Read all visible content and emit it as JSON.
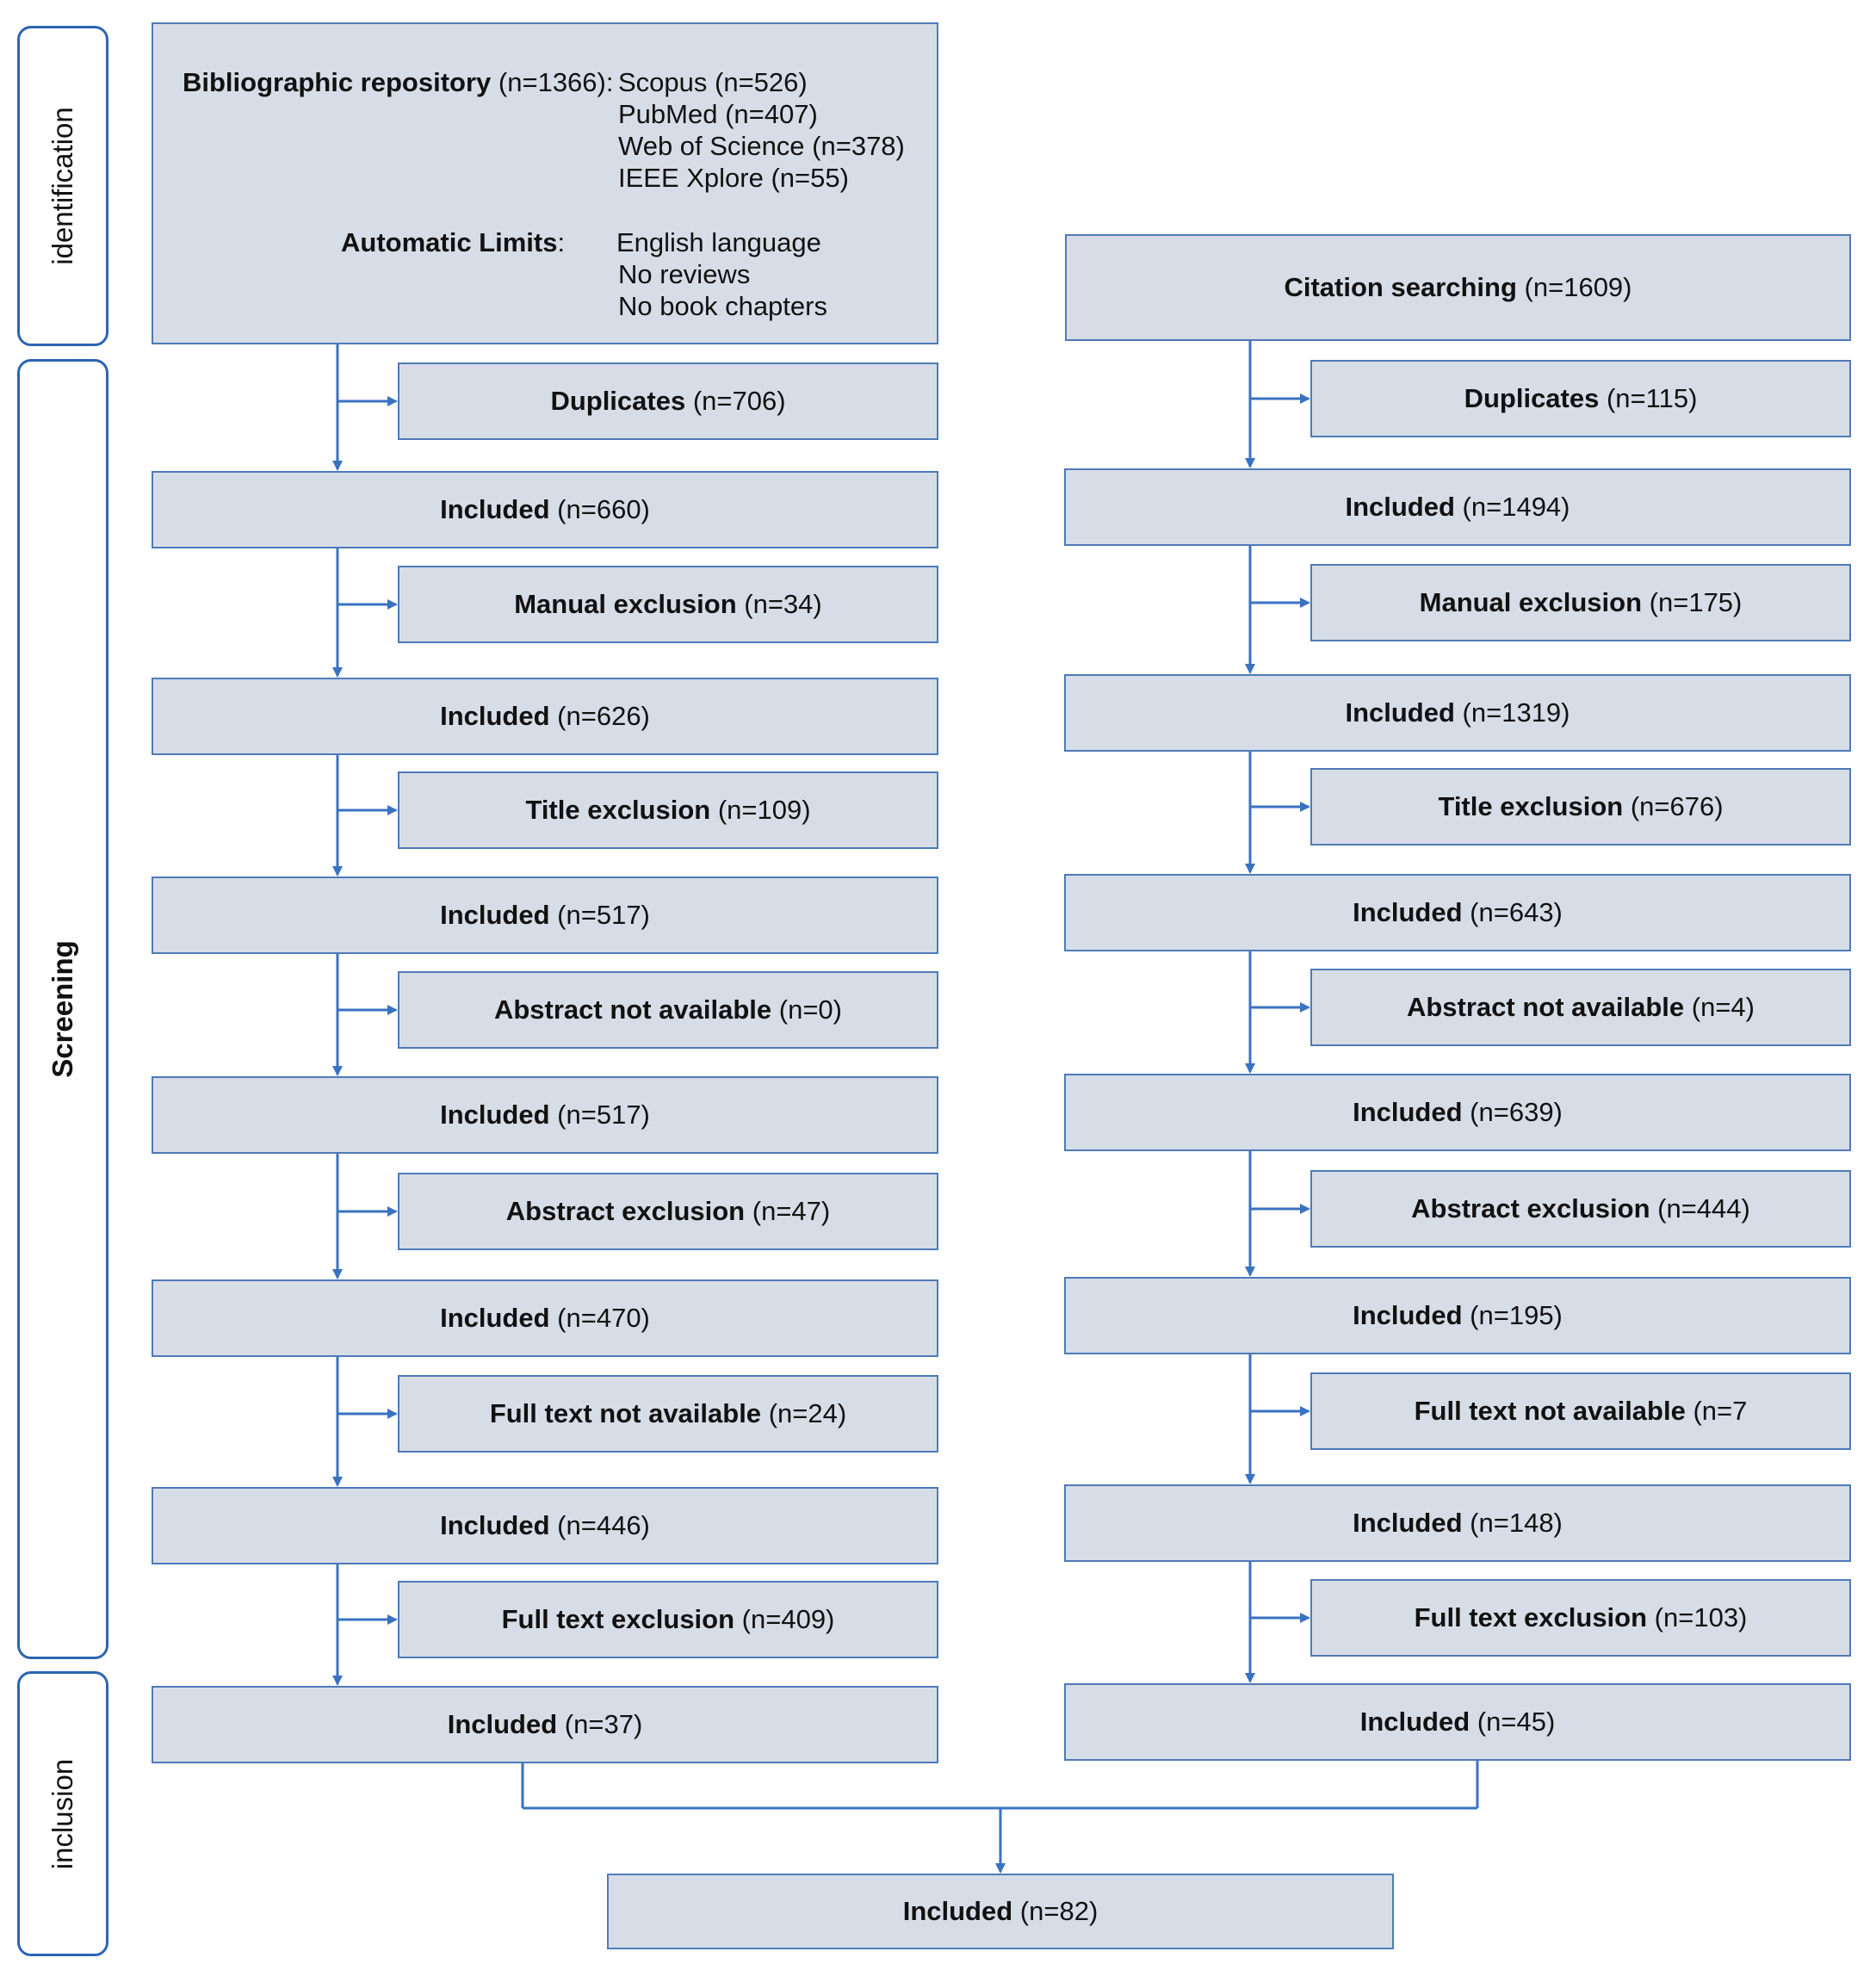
{
  "phases": {
    "identification": "identification",
    "screening": "Screening",
    "inclusion": "inclusion"
  },
  "left": {
    "source": {
      "repository_label": "Bibliographic repository",
      "repository_count": "(n=1366):",
      "databases": [
        "Scopus (n=526)",
        "PubMed (n=407)",
        "Web of Science (n=378)",
        "IEEE Xplore (n=55)"
      ],
      "limits_label": "Automatic  Limits",
      "limits_colon": ":",
      "limits": [
        "English language",
        "No reviews",
        "No book chapters"
      ]
    },
    "exclusions": [
      {
        "label": "Duplicates",
        "count": "(n=706)"
      },
      {
        "label": "Manual exclusion",
        "count": "(n=34)"
      },
      {
        "label": "Title exclusion",
        "count": "(n=109)"
      },
      {
        "label": "Abstract not available",
        "count": "(n=0)"
      },
      {
        "label": "Abstract exclusion",
        "count": "(n=47)"
      },
      {
        "label": "Full text not available",
        "count": "(n=24)"
      },
      {
        "label": "Full text exclusion",
        "count": "(n=409)"
      }
    ],
    "included": [
      {
        "label": "Included",
        "count": "(n=660)"
      },
      {
        "label": "Included",
        "count": "(n=626)"
      },
      {
        "label": "Included",
        "count": "(n=517)"
      },
      {
        "label": "Included",
        "count": "(n=517)"
      },
      {
        "label": "Included",
        "count": "(n=470)"
      },
      {
        "label": "Included",
        "count": "(n=446)"
      },
      {
        "label": "Included",
        "count": "(n=37)"
      }
    ]
  },
  "right": {
    "source": {
      "label": "Citation searching",
      "count": "(n=1609)"
    },
    "exclusions": [
      {
        "label": "Duplicates",
        "count": "(n=115)"
      },
      {
        "label": "Manual exclusion",
        "count": "(n=175)"
      },
      {
        "label": "Title exclusion",
        "count": "(n=676)"
      },
      {
        "label": "Abstract not available",
        "count": "(n=4)"
      },
      {
        "label": "Abstract exclusion",
        "count": "(n=444)"
      },
      {
        "label": "Full text not available",
        "count": "(n=7"
      },
      {
        "label": "Full text exclusion",
        "count": "(n=103)"
      }
    ],
    "included": [
      {
        "label": "Included",
        "count": "(n=1494)"
      },
      {
        "label": "Included",
        "count": "(n=1319)"
      },
      {
        "label": "Included",
        "count": "(n=643)"
      },
      {
        "label": "Included",
        "count": "(n=639)"
      },
      {
        "label": "Included",
        "count": "(n=195)"
      },
      {
        "label": "Included",
        "count": "(n=148)"
      },
      {
        "label": "Included",
        "count": "(n=45)"
      }
    ]
  },
  "final": {
    "label": "Included",
    "count": "(n=82)"
  },
  "colors": {
    "box_fill": "#d7dde6",
    "box_border": "#4f7ab8",
    "connector": "#3a72c2",
    "phase_border": "#2d64b2"
  }
}
